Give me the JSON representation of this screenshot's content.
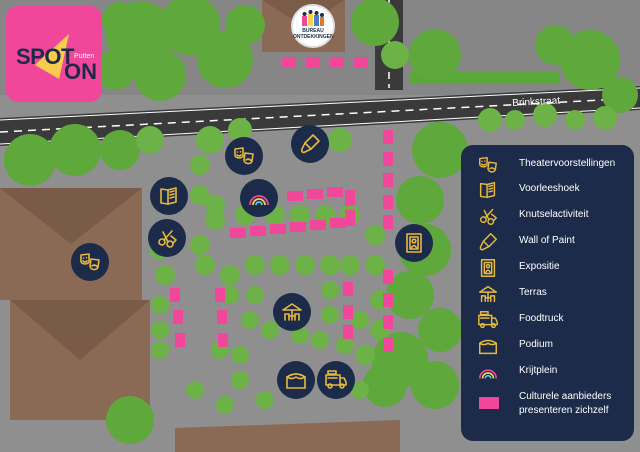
{
  "logo": {
    "name": "SPOT ON",
    "word1": "SPOT",
    "word2": "ON",
    "place": "Putten"
  },
  "street_label": "Brinkstraat",
  "organizer": {
    "line1": "BUREAU",
    "line2": "ONTDEKKINGEN"
  },
  "legend": [
    {
      "icon": "theater-masks-icon",
      "label": "Theatervoorstellingen"
    },
    {
      "icon": "book-icon",
      "label": "Voorleeshoek"
    },
    {
      "icon": "craft-tools-icon",
      "label": "Knutselactiviteit"
    },
    {
      "icon": "paint-brush-icon",
      "label": "Wall of Paint"
    },
    {
      "icon": "picture-frame-icon",
      "label": "Expositie"
    },
    {
      "icon": "terrace-umbrella-icon",
      "label": "Terras"
    },
    {
      "icon": "foodtruck-icon",
      "label": "Foodtruck"
    },
    {
      "icon": "stage-tent-icon",
      "label": "Podium"
    },
    {
      "icon": "rainbow-icon",
      "label": "Krijtplein"
    },
    {
      "icon": "pink-booth-swatch",
      "label": "Culturele aanbieders presenteren zichzelf",
      "label_line1": "Culturele aanbieders",
      "label_line2": "presenteren zichzelf"
    }
  ],
  "colors": {
    "navy": "#1c2b4a",
    "pink": "#f0479b",
    "gold": "#e8b93a",
    "road": "#3a3a3a",
    "paving": "#8d8d8d",
    "tree": "#5aa83a",
    "roof": "#8a6a55"
  },
  "map_markers": [
    {
      "icon": "theater-masks-icon"
    },
    {
      "icon": "paint-brush-icon"
    },
    {
      "icon": "book-icon"
    },
    {
      "icon": "rainbow-icon"
    },
    {
      "icon": "craft-tools-icon"
    },
    {
      "icon": "theater-masks-icon"
    },
    {
      "icon": "picture-frame-icon"
    },
    {
      "icon": "terrace-umbrella-icon"
    },
    {
      "icon": "stage-tent-icon"
    },
    {
      "icon": "foodtruck-icon"
    }
  ]
}
